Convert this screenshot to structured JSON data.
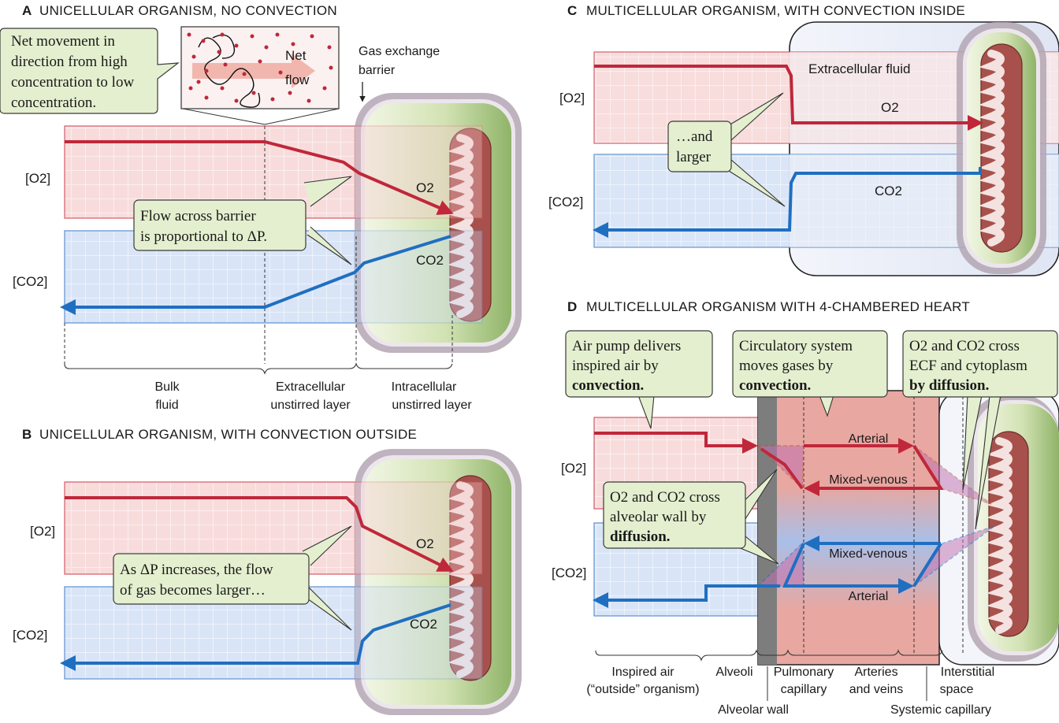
{
  "panels": {
    "a": {
      "letter": "A",
      "title": "UNICELLULAR ORGANISM, NO CONVECTION",
      "net_flow_callout": [
        "Net movement in",
        "direction from high",
        "concentration to low",
        "concentration."
      ],
      "inset_arrow_label": [
        "Net",
        "flow"
      ],
      "gas_exchange_barrier": [
        "Gas exchange",
        "barrier"
      ],
      "flow_callout": [
        "Flow across barrier",
        "is proportional to ΔP."
      ],
      "o2_axis": "[O2]",
      "co2_axis": "[CO2]",
      "o2_line": "O2",
      "co2_line": "CO2",
      "regions": {
        "bulk": [
          "Bulk",
          "fluid"
        ],
        "extracellular": [
          "Extracellular",
          "unstirred layer"
        ],
        "intracellular": [
          "Intracellular",
          "unstirred layer"
        ]
      }
    },
    "b": {
      "letter": "B",
      "title": "UNICELLULAR ORGANISM, WITH CONVECTION OUTSIDE",
      "callout": [
        "As ΔP increases, the flow",
        "of gas becomes larger…"
      ],
      "o2_axis": "[O2]",
      "co2_axis": "[CO2]",
      "o2_line": "O2",
      "co2_line": "CO2"
    },
    "c": {
      "letter": "C",
      "title": "MULTICELLULAR ORGANISM, WITH CONVECTION INSIDE",
      "ecf_label": "Extracellular fluid",
      "callout": [
        "…and",
        "larger"
      ],
      "o2_axis": "[O2]",
      "co2_axis": "[CO2]",
      "o2_line": "O2",
      "co2_line": "CO2"
    },
    "d": {
      "letter": "D",
      "title": "MULTICELLULAR ORGANISM WITH 4-CHAMBERED HEART",
      "air_pump": [
        "Air pump delivers",
        "inspired air by",
        "convection."
      ],
      "circulatory": [
        "Circulatory system",
        "moves gases by",
        "convection."
      ],
      "diffusion_cells": [
        "O2 and CO2 cross",
        "ECF and cytoplasm",
        "by diffusion."
      ],
      "alveolar_callout": [
        "O2 and CO2 cross",
        "alveolar wall by",
        "diffusion."
      ],
      "arterial": "Arterial",
      "mixed_venous": "Mixed-venous",
      "o2_axis": "[O2]",
      "co2_axis": "[CO2]",
      "regions": {
        "inspired": [
          "Inspired air",
          "(“outside” organism)"
        ],
        "alveoli": "Alveoli",
        "pulmonary": [
          "Pulmonary",
          "capillary"
        ],
        "arteries": [
          "Arteries",
          "and veins"
        ],
        "interstitial": [
          "Interstitial",
          "space"
        ],
        "alveolar_wall": "Alveolar wall",
        "systemic": "Systemic capillary"
      }
    }
  },
  "colors": {
    "o2_line": "#c0273a",
    "co2_line": "#1f6fc1",
    "o2_band": "#f7dede",
    "co2_band": "#dbe6f6",
    "callout_fill": "#e4efcf",
    "cell_green": "#9fc07a",
    "membrane": "#a89aa8",
    "mitochondria": "#a8514c",
    "blood": "#e9a9a3"
  }
}
